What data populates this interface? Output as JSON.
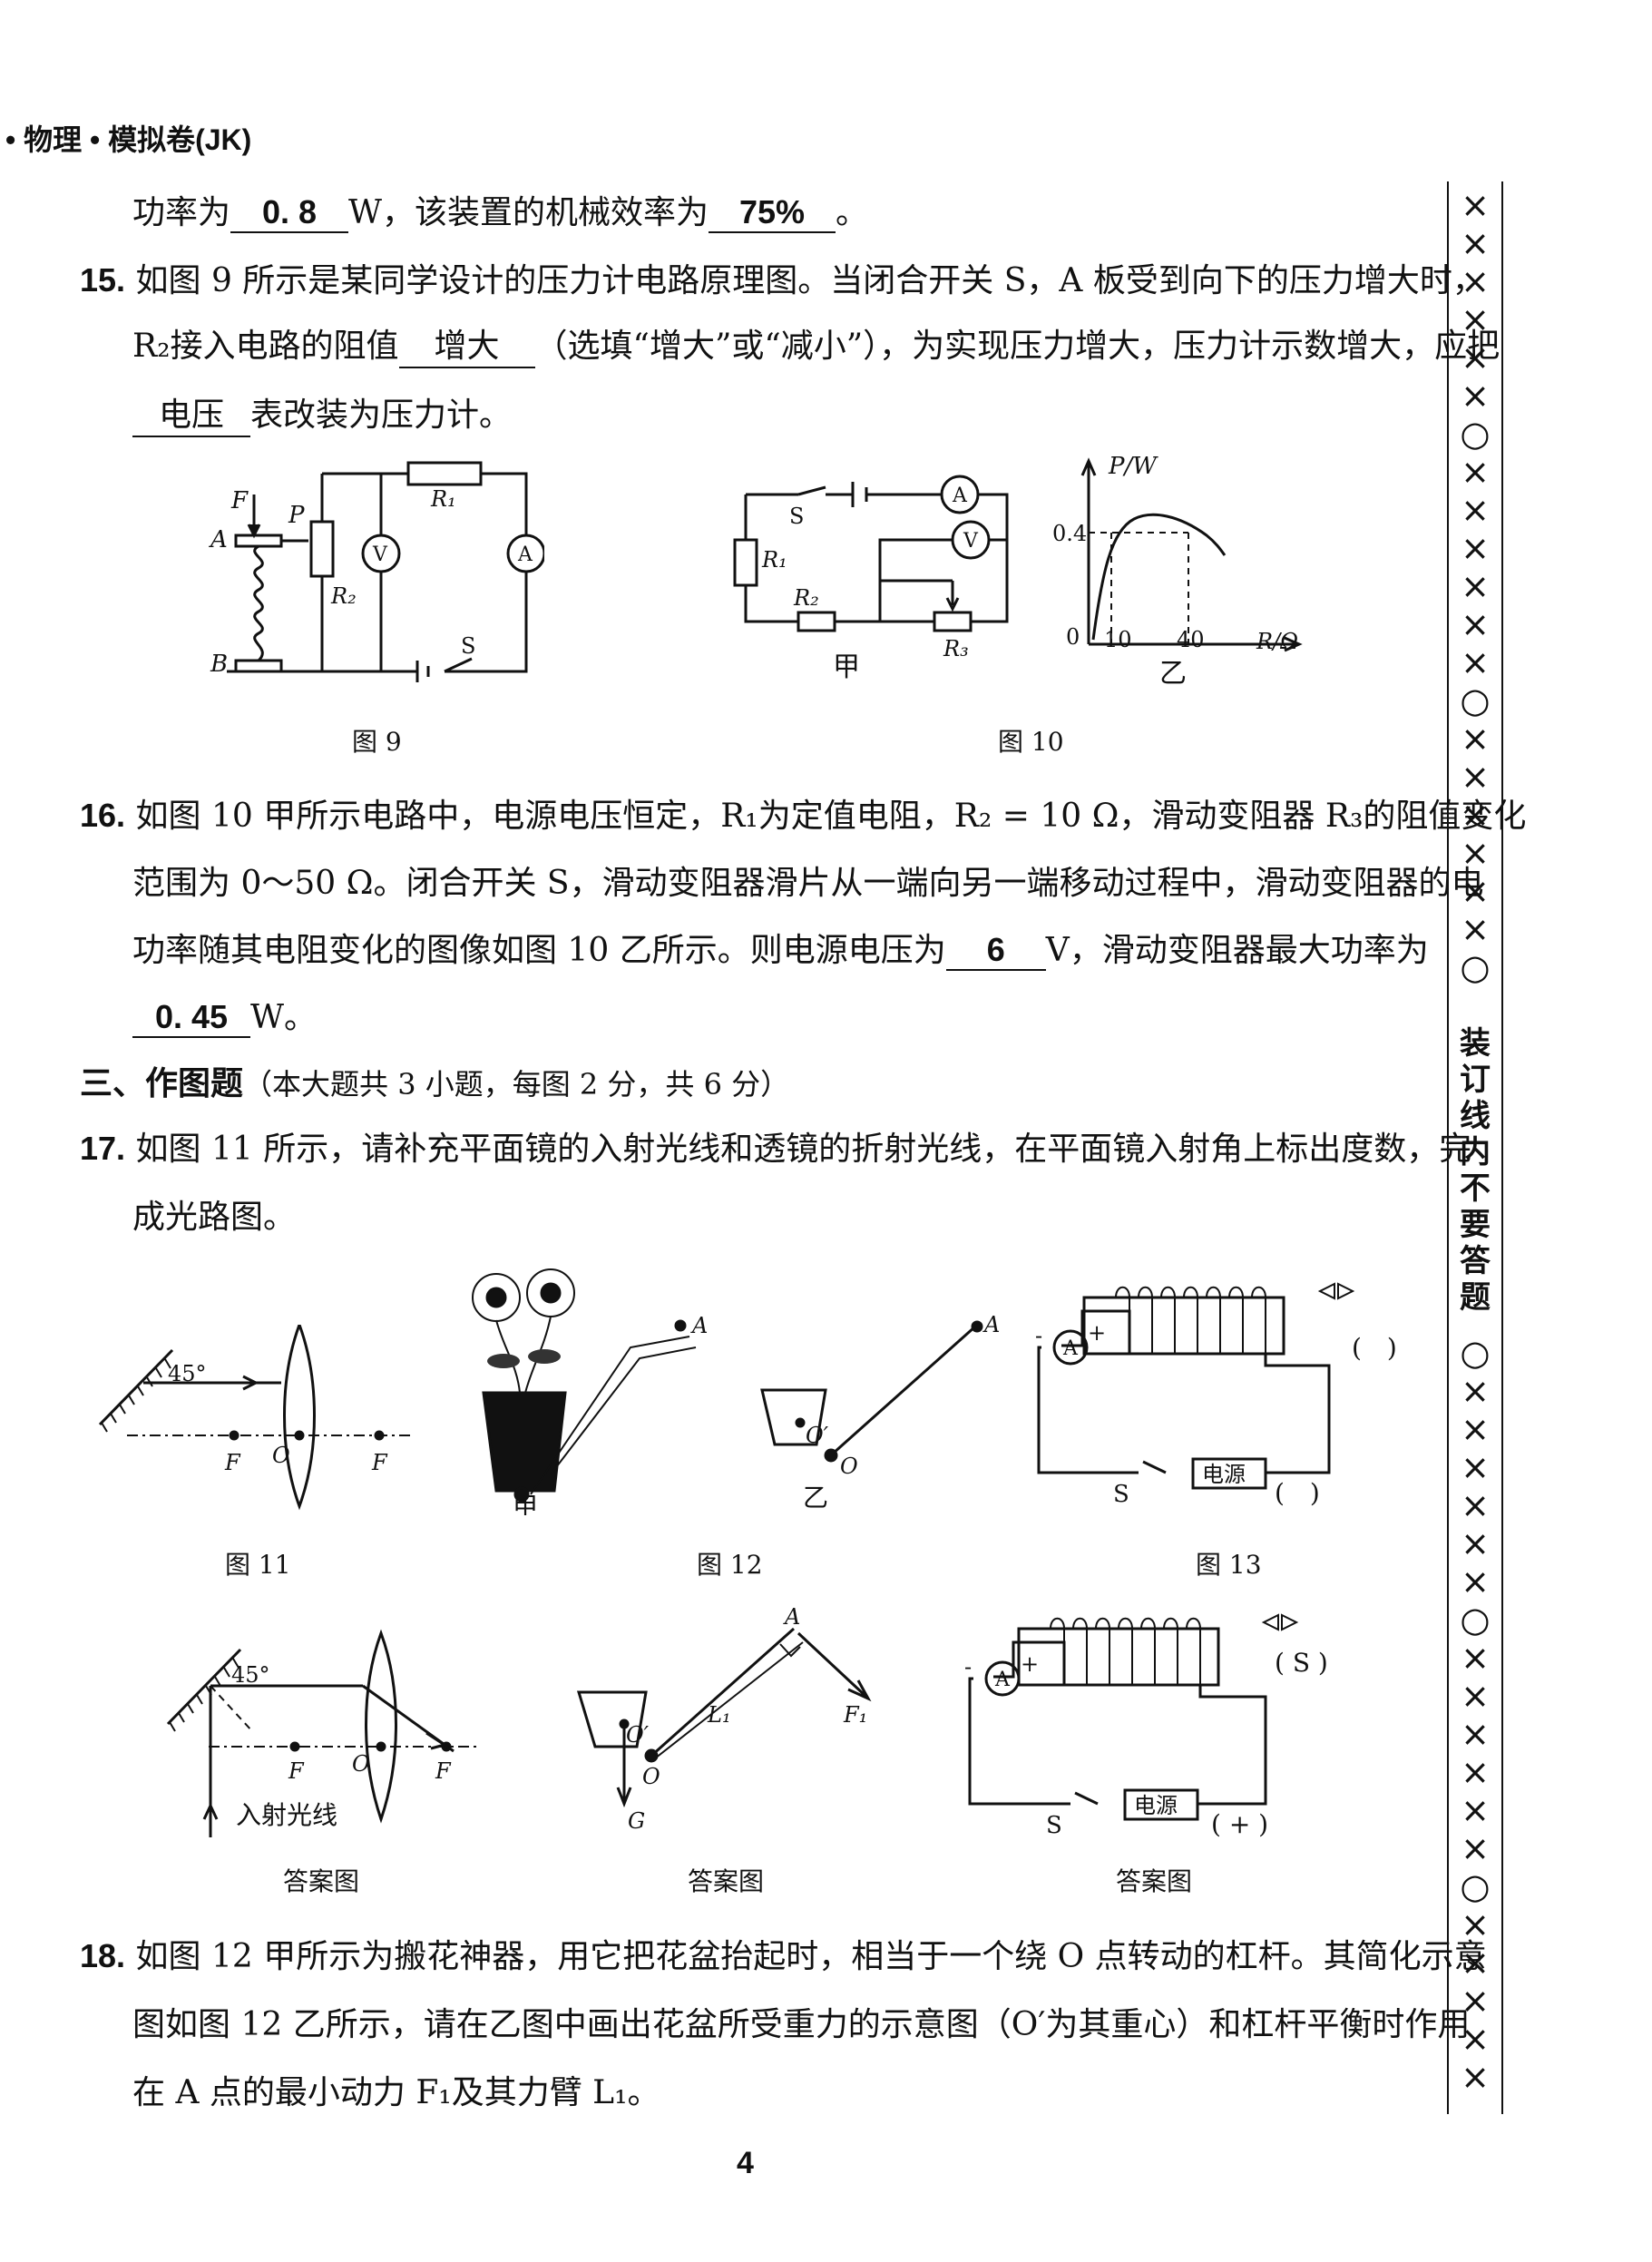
{
  "header": {
    "title": "• 物理 • 模拟卷(JK)"
  },
  "q14_tail": {
    "prefix": "功率为",
    "blank1": "0. 8",
    "mid": "W，该装置的机械效率为",
    "blank2": "75%",
    "suffix": "。"
  },
  "q15": {
    "num": "15.",
    "line1": "如图 9 所示是某同学设计的压力计电路原理图。当闭合开关 S，A 板受到向下的压力增大时，",
    "line2_prefix": "R₂接入电路的阻值",
    "blank1": "增大",
    "line2_suffix": "（选填“增大”或“减小”），为实现压力增大，压力计示数增大，应把",
    "blank2": "电压",
    "line3_suffix": "表改装为压力计。"
  },
  "fig9": {
    "caption": "图 9",
    "labels": {
      "F": "F",
      "P": "P",
      "A": "A",
      "B": "B",
      "R1": "R₁",
      "R2": "R₂",
      "V": "V",
      "Am": "A",
      "S": "S"
    }
  },
  "fig10": {
    "caption": "图 10",
    "jia": "甲",
    "yi": "乙",
    "labels": {
      "S": "S",
      "A": "A",
      "V": "V",
      "R1": "R₁",
      "R2": "R₂",
      "R3": "R₃"
    },
    "graph": {
      "ylabel": "P/W",
      "xlabel": "R/Ω",
      "y04": "0.4",
      "origin": "0",
      "x10": "10",
      "x40": "40"
    }
  },
  "chart_data": {
    "type": "line",
    "xlabel": "R/Ω",
    "ylabel": "P/W",
    "xticks": [
      "10",
      "40"
    ],
    "yticks": [
      "0.4"
    ],
    "note": "功率随电阻变化曲线，R=10Ω 和 R=40Ω 时 P=0.4W"
  },
  "q16": {
    "num": "16.",
    "line1": "如图 10 甲所示电路中，电源电压恒定，R₁为定值电阻，R₂ = 10 Ω，滑动变阻器 R₃的阻值变化",
    "line2": "范围为 0～50 Ω。闭合开关 S，滑动变阻器滑片从一端向另一端移动过程中，滑动变阻器的电",
    "line3_prefix": "功率随其电阻变化的图像如图 10 乙所示。则电源电压为",
    "blank1": "6",
    "line3_suffix": "V，滑动变阻器最大功率为",
    "blank2": "0. 45",
    "line4_suffix": "W。"
  },
  "section3": {
    "title": "三、作图题",
    "desc": "（本大题共 3 小题，每图 2 分，共 6 分）"
  },
  "q17": {
    "num": "17.",
    "line1": "如图 11 所示，请补充平面镜的入射光线和透镜的折射光线，在平面镜入射角上标出度数，完",
    "line2": "成光路图。"
  },
  "fig11": {
    "caption": "图 11",
    "angle": "45°",
    "F": "F",
    "O": "O"
  },
  "fig12": {
    "caption": "图 12",
    "jia": "甲",
    "yi": "乙",
    "A": "A",
    "O": "O",
    "Oprime": "O′"
  },
  "fig13": {
    "caption": "图 13",
    "A": "A",
    "S": "S",
    "power": "电源",
    "paren1": "(　)",
    "paren2": "(　)",
    "plus": "+",
    "minus": "-"
  },
  "answers": {
    "caption1": "答案图",
    "caption2": "答案图",
    "caption3": "答案图",
    "ans11": {
      "angle": "45°",
      "F": "F",
      "O": "O",
      "incident": "入射光线"
    },
    "ans12": {
      "A": "A",
      "O": "O",
      "Oprime": "O′",
      "G": "G",
      "L1": "L₁",
      "F1": "F₁"
    },
    "ans13": {
      "A": "A",
      "S": "S",
      "power": "电源",
      "pole_s": "( S )",
      "pole_plus": "( + )",
      "plus": "+",
      "minus": "-"
    }
  },
  "q18": {
    "num": "18.",
    "line1": "如图 12 甲所示为搬花神器，用它把花盆抬起时，相当于一个绕 O 点转动的杠杆。其简化示意",
    "line2": "图如图 12 乙所示，请在乙图中画出花盆所受重力的示意图（O′为其重心）和杠杆平衡时作用",
    "line3": "在 A 点的最小动力 F₁及其力臂 L₁。"
  },
  "page_number": "4",
  "binding": {
    "text": "装订线内不要答题",
    "marks_top": "××××××○××××××○××××××○",
    "marks_bottom": "○××××××○××××××○×××××"
  }
}
